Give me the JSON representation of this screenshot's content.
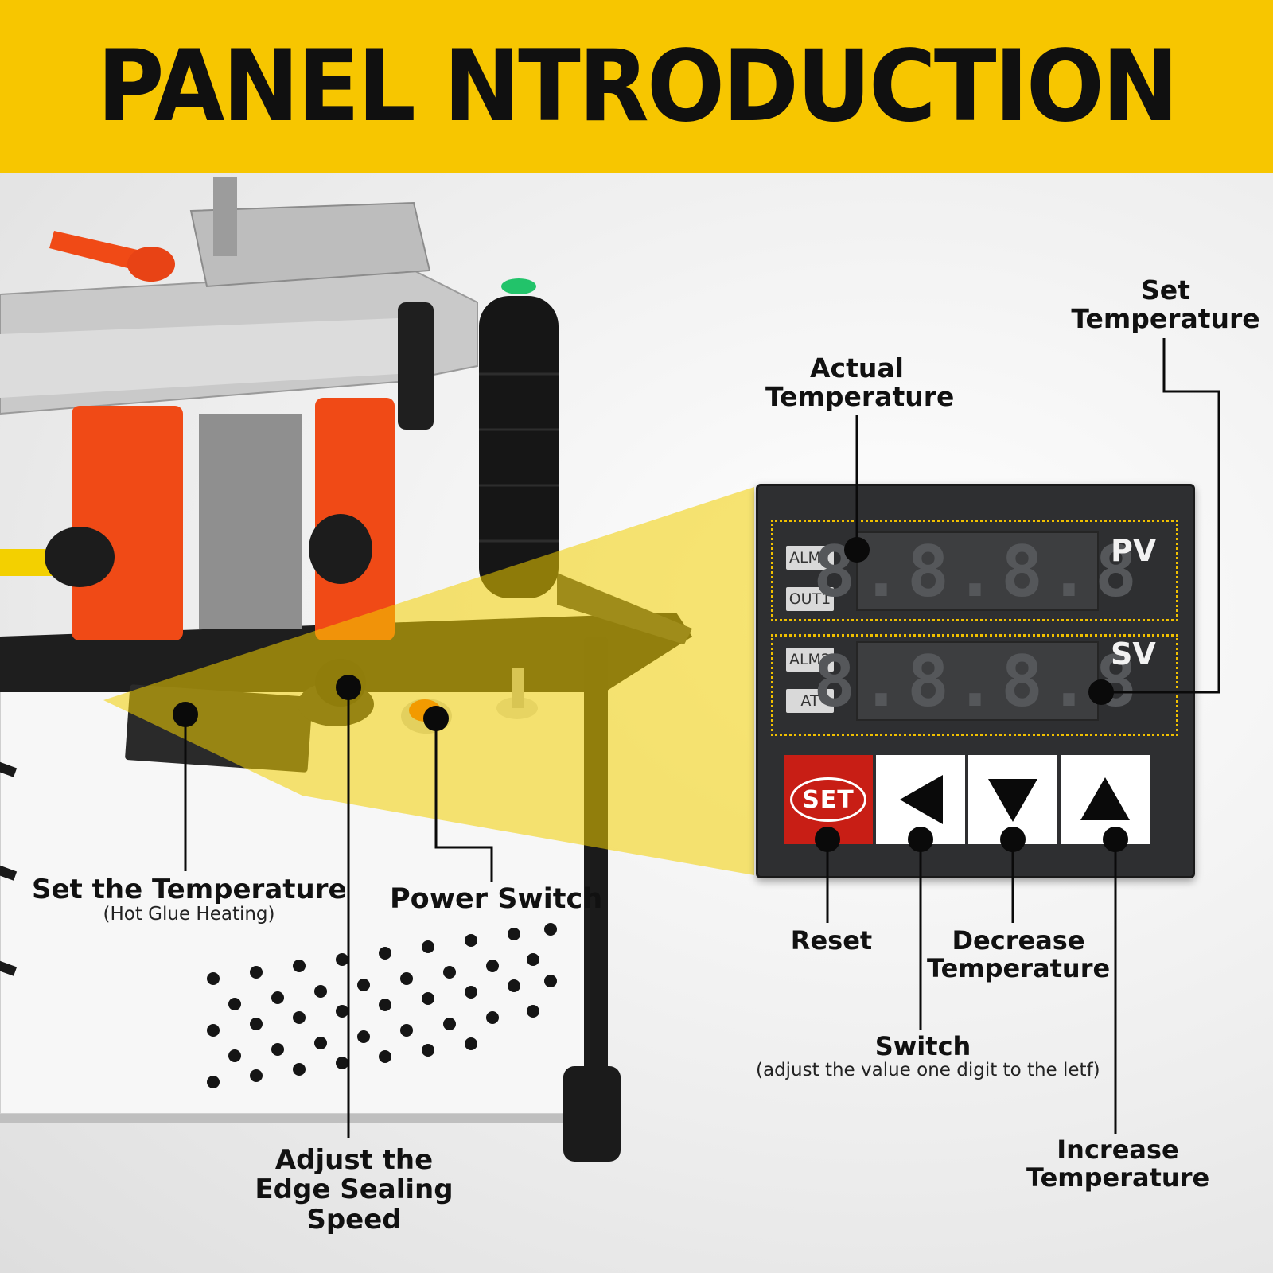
{
  "banner": {
    "title": "PANEL NTRODUCTION"
  },
  "controller": {
    "pv_label": "PV",
    "sv_label": "SV",
    "tags": {
      "alm1": "ALM1",
      "out1": "OUT1",
      "alm2": "ALM2",
      "at": "AT"
    },
    "pv_display": "8.8.8.8",
    "sv_display": "8.8.8.8",
    "set_key": "SET"
  },
  "labels": {
    "set_temperature": "Set Temperature",
    "actual_temperature": "Actual Temperature",
    "set_the_temperature": "Set the Temperature",
    "set_the_temperature_sub": "(Hot Glue Heating)",
    "power_switch": "Power Switch",
    "adjust_speed": "Adjust the Edge Sealing Speed",
    "reset": "Reset",
    "decrease_temperature": "Decrease Temperature",
    "switch": "Switch",
    "switch_sub": "(adjust the value one digit to the letf)",
    "increase_temperature": "Increase Temperature"
  },
  "colors": {
    "banner": "#f7c600",
    "set_key": "#c81e15",
    "machine_orange": "#f04a16",
    "highlight": "#f2d000"
  },
  "icons": [
    "left-arrow-icon",
    "down-arrow-icon",
    "up-arrow-icon"
  ]
}
